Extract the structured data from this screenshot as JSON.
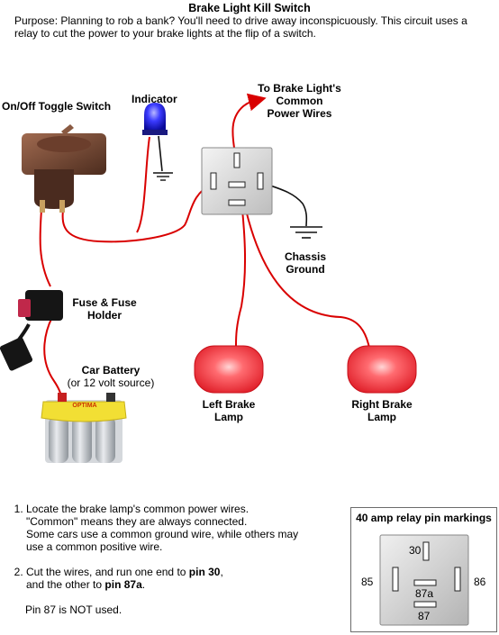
{
  "title": "Brake Light Kill Switch",
  "purpose": "Purpose: Planning to rob a bank? You'll need to drive away inconspicuously. This circuit uses a relay to cut the power to your brake lights at the flip of a switch.",
  "labels": {
    "toggle_switch": "On/Off Toggle Switch",
    "indicator": "Indicator",
    "brake_light_wires_1": "To Brake Light's",
    "brake_light_wires_2": "Common",
    "brake_light_wires_3": "Power Wires",
    "chassis_ground_1": "Chassis",
    "chassis_ground_2": "Ground",
    "fuse_1": "Fuse & Fuse",
    "fuse_2": "Holder",
    "car_battery": "Car Battery",
    "car_battery_sub": "(or 12 volt source)",
    "left_lamp_1": "Left Brake",
    "left_lamp_2": "Lamp",
    "right_lamp_1": "Right Brake",
    "right_lamp_2": "Lamp",
    "battery_brand": "OPTIMA"
  },
  "instructions": {
    "step1_line1": "Locate the brake lamp's common power wires.",
    "step1_line2": "\"Common\" means they are always connected.",
    "step1_line3": "Some cars use a common ground wire, while others may",
    "step1_line4": "use a common positive wire.",
    "step2_pre": "Cut the wires, and run one end to ",
    "step2_pin30": "pin 30",
    "step2_mid": "and the other to ",
    "step2_pin87a": "pin 87a",
    "step2_end": ".",
    "note": "Pin 87 is NOT used."
  },
  "pin_markings": {
    "title": "40 amp relay pin markings",
    "pin30": "30",
    "pin85": "85",
    "pin86": "86",
    "pin87a": "87a",
    "pin87": "87"
  },
  "colors": {
    "wire": "#d90000",
    "lamp": "#f0323a",
    "indicator": "#1515d8",
    "battery_top": "#f4e23a",
    "battery_body": "#c9ccd0"
  }
}
